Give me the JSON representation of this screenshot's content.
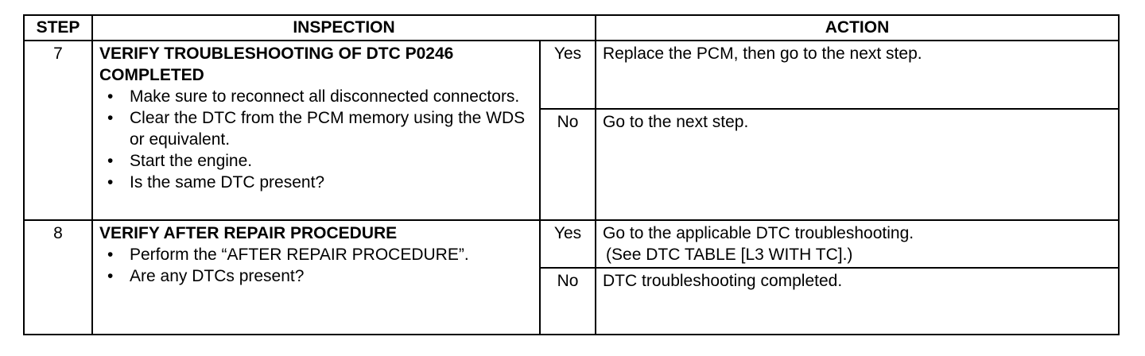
{
  "headers": {
    "step": "STEP",
    "inspection": "INSPECTION",
    "action": "ACTION"
  },
  "rows": [
    {
      "step": "7",
      "title_line1": "VERIFY TROUBLESHOOTING OF DTC P0246",
      "title_line2": "COMPLETED",
      "bullets": [
        "Make sure to reconnect all disconnected connectors.",
        "Clear the DTC from the PCM memory using the WDS or equivalent.",
        "Start the engine.",
        "Is the same DTC present?"
      ],
      "yes_label": "Yes",
      "yes_action": "Replace the PCM, then go to the next step.",
      "no_label": "No",
      "no_action": "Go to the next step."
    },
    {
      "step": "8",
      "title_line1": "VERIFY AFTER REPAIR PROCEDURE",
      "bullets": [
        "Perform the “AFTER REPAIR PROCEDURE”.",
        "Are any DTCs present?"
      ],
      "yes_label": "Yes",
      "yes_action": "Go to the applicable DTC troubleshooting.",
      "yes_action_note": "(See DTC TABLE [L3 WITH TC].)",
      "no_label": "No",
      "no_action": "DTC troubleshooting completed."
    }
  ],
  "bullet_glyph": "•"
}
